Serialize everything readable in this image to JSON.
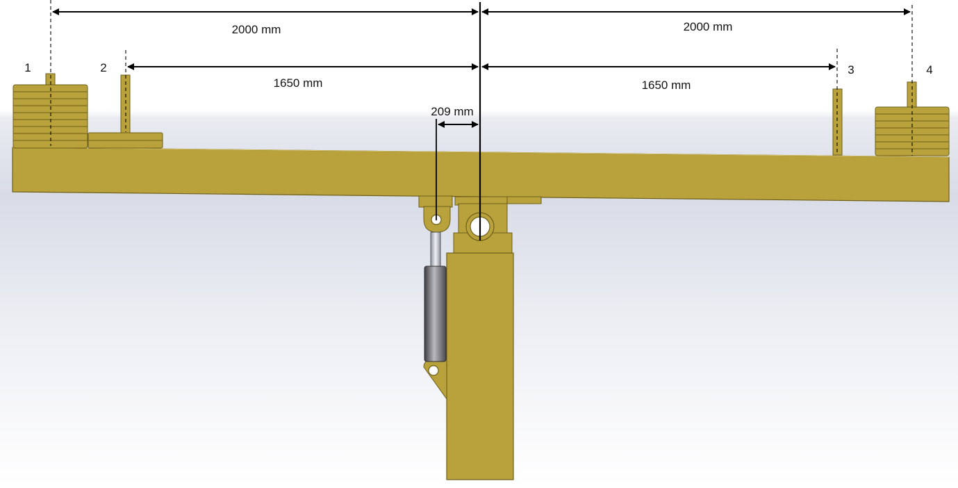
{
  "diagram": {
    "dimensions": {
      "top_left": "2000 mm",
      "top_right": "2000 mm",
      "mid_left": "1650 mm",
      "mid_right": "1650 mm",
      "offset": "209 mm"
    },
    "position_labels": [
      "1",
      "2",
      "3",
      "4"
    ]
  },
  "colors": {
    "beam": "#B9A23C",
    "beam_shade": "#8E7A22",
    "cylinder": "#6F6F73",
    "rod": "#C9CCD3",
    "dimension_line": "#000000",
    "background_top": "#FFFFFF",
    "background_band": "#D9DDE8"
  }
}
